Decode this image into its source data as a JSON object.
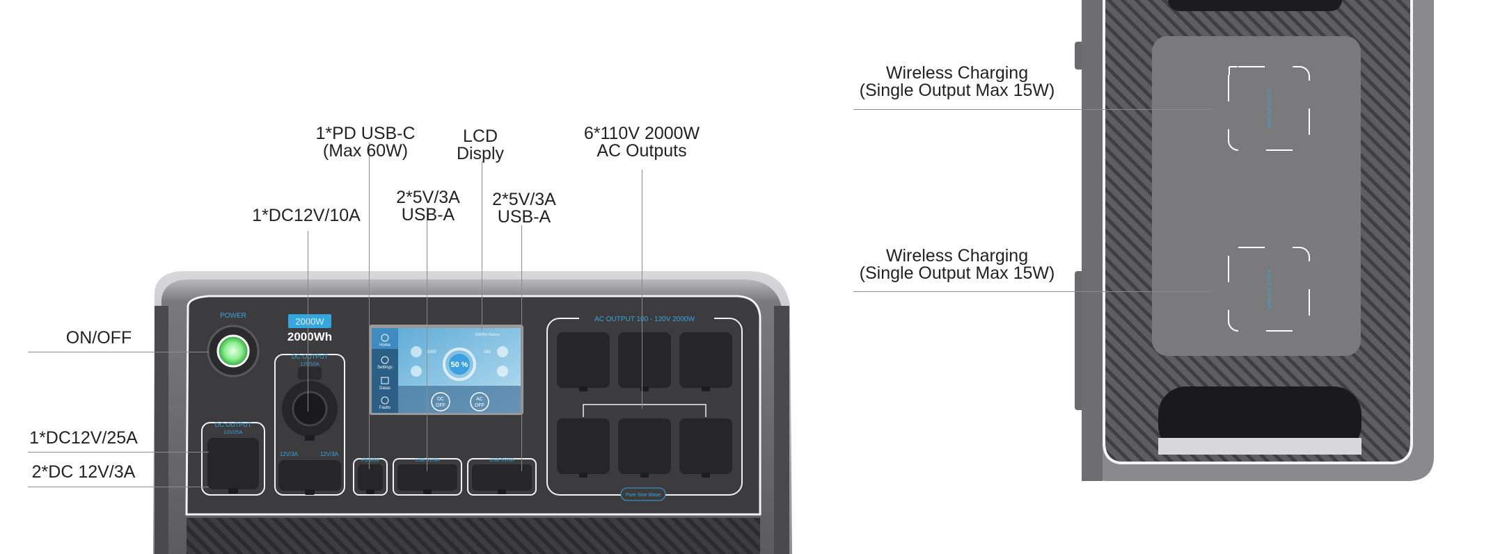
{
  "labels": {
    "on_off": "ON/OFF",
    "dc_25a": "1*DC12V/25A",
    "dc_3a": "2*DC 12V/3A",
    "dc_10a": "1*DC12V/10A",
    "pd_usbc": [
      "1*PD USB-C",
      "(Max 60W)"
    ],
    "lcd": [
      "LCD",
      "Disply"
    ],
    "usb_a_1": [
      "2*5V/3A",
      "USB-A"
    ],
    "usb_a_2": [
      "2*5V/3A",
      "USB-A"
    ],
    "ac_outputs": [
      "6*110V 2000W",
      "AC Outputs"
    ],
    "wireless_top": [
      "Wireless Charging",
      "(Single Output Max 15W)"
    ],
    "wireless_bottom": [
      "Wireless Charging",
      "(Single Output Max 15W)"
    ]
  },
  "front_panel": {
    "power_label": "POWER",
    "power_rating_badge": "2000W",
    "capacity": "2000Wh",
    "dc_output_left": "DC OUTPUT",
    "dc_output_left_spec": "12V/25A",
    "dc_output_mid": "DC OUTPUT",
    "dc_output_mid_spec": "12V/10A",
    "port_12v_a": "12V/3A",
    "port_12v_b": "12V/3A",
    "pd_port": "PD 60W",
    "usb_port_1": "USB 5V/3A",
    "usb_port_2": "USB 5V/3A",
    "ac_output_header": "AC OUTPUT 100 - 120V 2000W",
    "sine_wave": "Pure Sine Wave"
  },
  "lcd_screen": {
    "menu": [
      "Home",
      "Settings",
      "Datas",
      "Faults"
    ],
    "percent": "50 %",
    "dc_button": [
      "DC",
      "OFF"
    ],
    "ac_button": [
      "AC",
      "OFF"
    ],
    "top_text": "2000Wh Battery",
    "left_value": "1000",
    "right_value": "340"
  },
  "wireless_pads": {
    "pad_label": "WIRELESS OUTPUT"
  },
  "colors": {
    "accent_blue": "#35a7de",
    "power_green": "#58d36a",
    "body_dark": "#4b4b4d",
    "body_light": "#8a8a8c",
    "panel_bg": "#3a3a3c"
  }
}
